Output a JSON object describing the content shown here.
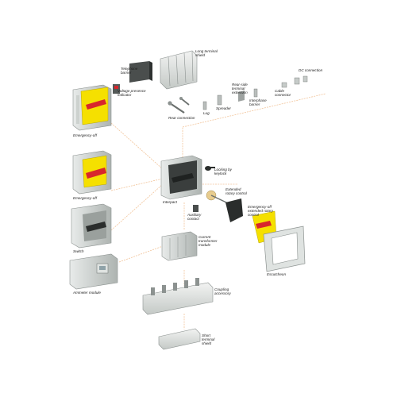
{
  "labels": {
    "telephone_barrier": "Telephone barrier",
    "long_terminal_shield": "Long terminal shield",
    "voltage_presence_indicator": "Voltage presence indicator",
    "rear_connection": "Rear connection",
    "lug": "Lug",
    "spreader": "Spreader",
    "interphase_barrier": "Interphase barrier",
    "dc_connection": "DC connection",
    "cable_connector": "Cable connector",
    "emergency_off_1": "Emergency-off",
    "emergency_off_2": "Emergency-off",
    "switch": "Switch",
    "ammeter_module": "Ammeter module",
    "locking_by_keylock": "Locking by keylock",
    "extended_rotary_control": "Extended rotary control",
    "auxiliary_contact": "Auxiliary contact",
    "emergency_off_extended_rotary": "Emergency-off extended rotary control",
    "escutcheon": "Escutcheon",
    "current_transformer_module": "Current transformer module",
    "coupling_accessory": "Coupling accessory",
    "short_terminal_shield": "Short terminal shield",
    "base_unit": "Interpact",
    "rear_side_terminal": "Rear-side terminal extension"
  },
  "colors": {
    "body_grey": "#cdd2cf",
    "body_dark": "#8c9290",
    "handle_red": "#d8262c",
    "handle_yellow": "#f5e000",
    "link_line": "#f2c49a",
    "text": "#1b1b1b"
  }
}
